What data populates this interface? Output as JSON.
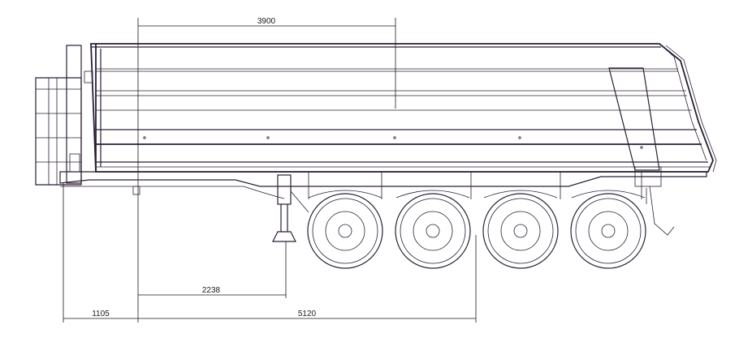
{
  "dimensions": {
    "body_length": "3900",
    "landing_gear": "2238",
    "front_overhang": "1105",
    "wheelbase": "5120"
  },
  "colors": {
    "line": "#2a1f33",
    "dimension": "#1a1a1a"
  }
}
